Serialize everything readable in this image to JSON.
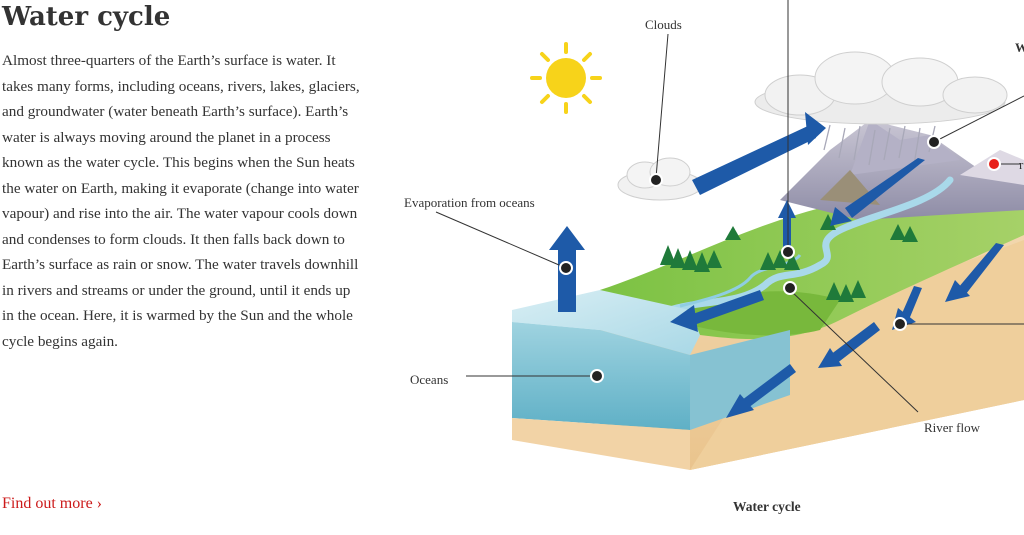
{
  "article": {
    "title": "Water cycle",
    "body": "Almost three-quarters of the Earth’s surface is water. It takes many forms, including oceans, rivers, lakes, glaciers, and groundwater (water beneath Earth’s surface). Earth’s water is always moving around the planet in a process known as the water cycle. This begins when the Sun heats the water on Earth, making it evaporate (change into water vapour) and rise into the air. The water vapour cools down and condenses to form clouds. It then falls back down to Earth’s surface as rain or snow. The water travels downhill in rivers and streams or under the ground, until it ends up in the ocean. Here, it is warmed by the Sun and the whole cycle begins again.",
    "link_label": "Find out more ›"
  },
  "diagram": {
    "labels": {
      "clouds": "Clouds",
      "evaporation": "Evaporation from oceans",
      "oceans": "Oceans",
      "river_flow": "River flow",
      "cropped_right_top": "W",
      "cropped_right_mid": "r"
    },
    "caption": "Water cycle",
    "colors": {
      "arrow": "#1e5aa8",
      "sun": "#f7d31a",
      "ocean": "#7fc4d6",
      "grass": "#8cc63f",
      "soil": "#f2d3a6",
      "link": "#cc1a1a",
      "marker_red": "#e8201a"
    }
  }
}
